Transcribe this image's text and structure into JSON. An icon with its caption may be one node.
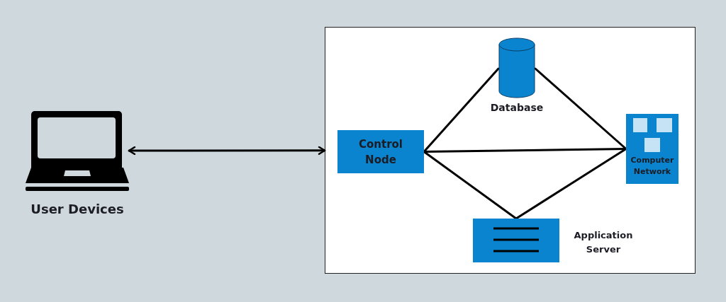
{
  "diagram": {
    "nodes": [
      {
        "text": [
          "User Devices"
        ]
      },
      {
        "text": [],
        "shape": "box"
      },
      {
        "text": [
          "Control Node"
        ],
        "in": 1
      },
      {
        "text": [
          "Database"
        ],
        "in": 1
      },
      {
        "text": [
          "Computer Network"
        ],
        "in": 1
      },
      {
        "text": [],
        "shape": "box",
        "in": 1,
        "beside": [
          "Application Server"
        ]
      }
    ],
    "edges": [
      {
        "from": 0,
        "to": 1,
        "arrow": "both"
      },
      {
        "from": 2,
        "to": 3,
        "arrow": "none"
      },
      {
        "from": 3,
        "to": 4,
        "arrow": "none"
      },
      {
        "from": 2,
        "to": 4,
        "arrow": "none"
      },
      {
        "from": 2,
        "to": 5,
        "arrow": "none"
      },
      {
        "from": 5,
        "to": 4,
        "arrow": "none"
      }
    ]
  }
}
